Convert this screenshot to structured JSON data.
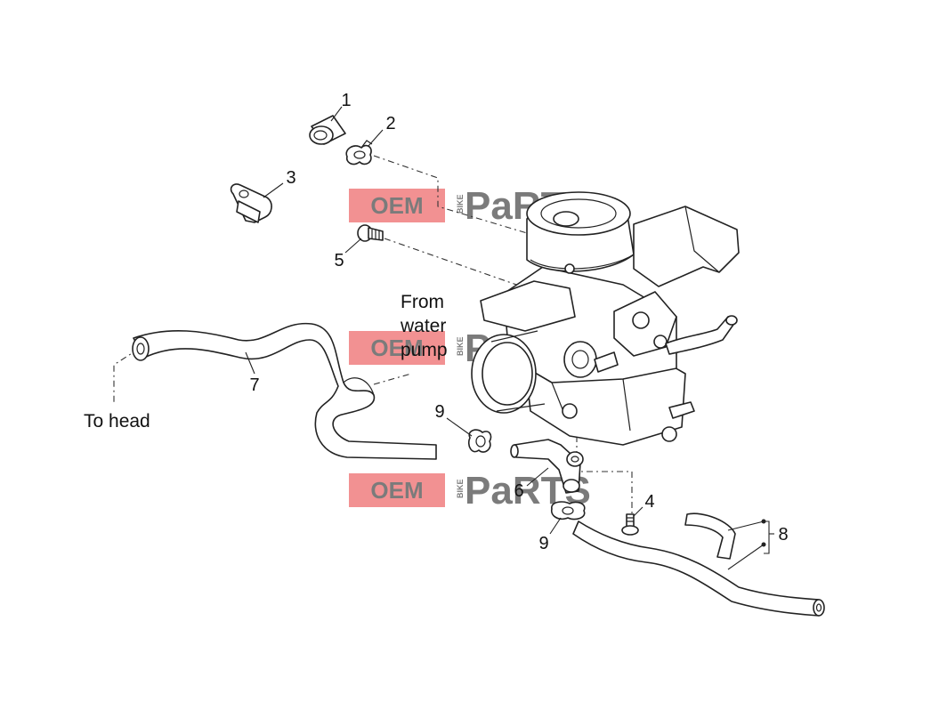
{
  "callouts": {
    "c1": "1",
    "c2": "2",
    "c3": "3",
    "c4": "4",
    "c5": "5",
    "c6": "6",
    "c7": "7",
    "c8": "8",
    "c9a": "9",
    "c9b": "9"
  },
  "labels": {
    "from_water_pump_line1": "From",
    "from_water_pump_line2": "water",
    "from_water_pump_line3": "pump",
    "to_head": "To head"
  },
  "watermark": {
    "text_oem": "OEM",
    "text_bike": "BIKE",
    "text_parts": "PaRTS",
    "color_red": "#e8393a",
    "color_gray": "#c8c8c8"
  }
}
